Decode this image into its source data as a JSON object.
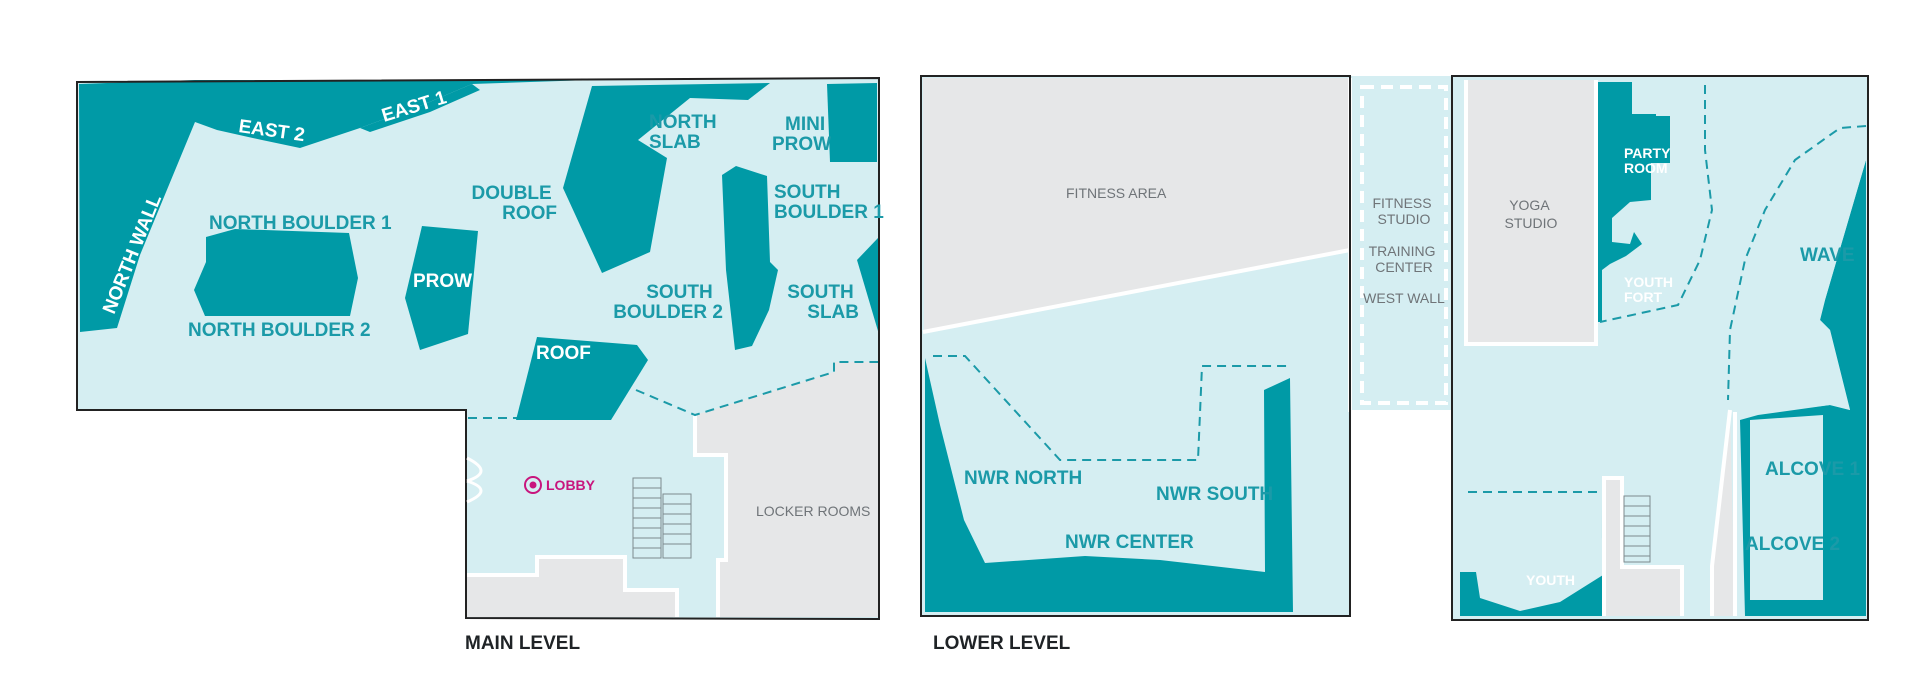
{
  "colors": {
    "wall_teal": "#009aa6",
    "floor_light": "#d5eef2",
    "service_gray": "#e6e7e8",
    "outline": "#222222",
    "label_teal": "#1b9aa8",
    "lobby_magenta": "#c8157d",
    "caption": "#1f2326"
  },
  "main_level": {
    "caption": "MAIN LEVEL",
    "walls": {
      "north_wall": "NORTH WALL",
      "east_2": "EAST 2",
      "east_1": "EAST 1",
      "north_boulder_1": "NORTH BOULDER 1",
      "north_boulder_2": "NORTH BOULDER 2",
      "prow": "PROW",
      "double_roof": [
        "DOUBLE",
        "ROOF"
      ],
      "north_slab": [
        "NORTH",
        "SLAB"
      ],
      "mini_prow": [
        "MINI",
        "PROW"
      ],
      "south_boulder_1": [
        "SOUTH",
        "BOULDER 1"
      ],
      "south_boulder_2": [
        "SOUTH",
        "BOULDER 2"
      ],
      "south_slab": [
        "SOUTH",
        "SLAB"
      ],
      "roof": "ROOF"
    },
    "rooms": {
      "lobby": "LOBBY",
      "locker_rooms": "LOCKER ROOMS"
    }
  },
  "lower_level": {
    "caption": "LOWER LEVEL",
    "walls": {
      "nwr_north": "NWR NORTH",
      "nwr_south": "NWR SOUTH",
      "nwr_center": "NWR CENTER",
      "wave": "WAVE",
      "alcove_1": "ALCOVE 1",
      "alcove_2": "ALCOVE 2",
      "youth": "YOUTH",
      "youth_fort": [
        "YOUTH",
        "FORT"
      ],
      "party_room": [
        "PARTY",
        "ROOM"
      ]
    },
    "rooms": {
      "fitness_area": "FITNESS AREA",
      "fitness_studio": [
        "FITNESS",
        "STUDIO"
      ],
      "training_center": [
        "TRAINING",
        "CENTER"
      ],
      "west_wall": "WEST WALL",
      "yoga_studio": [
        "YOGA",
        "STUDIO"
      ]
    }
  }
}
